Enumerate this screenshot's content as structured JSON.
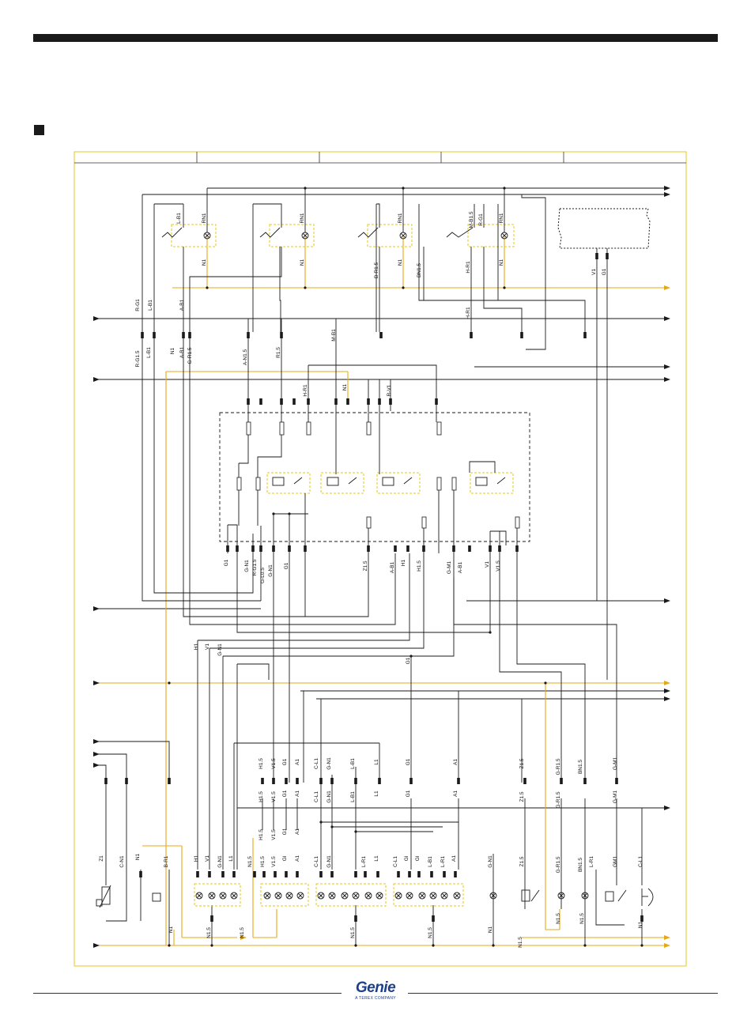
{
  "colors": {
    "wire": "#1a1a1a",
    "ground_bus": "#e6a817",
    "component_box": "#e6c81e",
    "border": "#e6c81e",
    "logo": "#1e3f8a"
  },
  "icons": {
    "lamp": "lamp-icon",
    "switch": "switch-icon",
    "relay": "relay-coil-icon",
    "fuse": "fuse-icon",
    "connector": "connector-icon",
    "arrow": "arrow-right-icon"
  },
  "logo": {
    "word": "Genie",
    "tagline": "A TEREX COMPANY"
  },
  "diagram": {
    "top_panel_labels": [
      {
        "id": "l-b1-top",
        "text": "L-B1"
      },
      {
        "id": "rn1-1",
        "text": "RN1"
      },
      {
        "id": "n1-1",
        "text": "N1"
      },
      {
        "id": "rn1-2",
        "text": "RN1"
      },
      {
        "id": "n1-2",
        "text": "N1"
      },
      {
        "id": "rn1-3",
        "text": "RN1"
      },
      {
        "id": "n1-3",
        "text": "N1"
      },
      {
        "id": "br15",
        "text": "B-R1.5"
      },
      {
        "id": "bn15",
        "text": "BN1.5"
      },
      {
        "id": "mb15",
        "text": "M-B1.5"
      },
      {
        "id": "rg1",
        "text": "R-G1"
      },
      {
        "id": "rn1-4",
        "text": "RN1"
      },
      {
        "id": "hr1-a",
        "text": "H-R1"
      },
      {
        "id": "n1-4",
        "text": "N1"
      },
      {
        "id": "v1-top",
        "text": "V1"
      },
      {
        "id": "g1-top",
        "text": "G1"
      }
    ],
    "harness_labels": [
      {
        "id": "rg1-a",
        "text": "R-G1"
      },
      {
        "id": "lb1-a",
        "text": "L-B1"
      },
      {
        "id": "ab1-a",
        "text": "A-B1"
      },
      {
        "id": "rg15",
        "text": "R-G1.5"
      },
      {
        "id": "lb1-b",
        "text": "L-B1"
      },
      {
        "id": "n1-h",
        "text": "N1"
      },
      {
        "id": "ab1-b",
        "text": "A-B1"
      },
      {
        "id": "gr15",
        "text": "G-R1.5"
      },
      {
        "id": "an15",
        "text": "A-N1.5"
      },
      {
        "id": "r15",
        "text": "R1.5"
      },
      {
        "id": "mb1",
        "text": "M-B1"
      },
      {
        "id": "hr1-b",
        "text": "H-R1"
      },
      {
        "id": "hr1-c",
        "text": "H-R1"
      },
      {
        "id": "n1-c",
        "text": "N1"
      },
      {
        "id": "rv1",
        "text": "R-V1"
      }
    ],
    "module_labels": [
      {
        "id": "m-g1",
        "text": "G1"
      },
      {
        "id": "m-gn1",
        "text": "G-N1"
      },
      {
        "id": "m-rg15",
        "text": "R-G1.5"
      },
      {
        "id": "m-gl05",
        "text": "G-L0.5"
      },
      {
        "id": "m-gn1b",
        "text": "G-N1"
      },
      {
        "id": "m-g1b",
        "text": "G1"
      },
      {
        "id": "m-z15",
        "text": "Z1.5"
      },
      {
        "id": "m-ab1",
        "text": "A-B1"
      },
      {
        "id": "m-h1",
        "text": "H1"
      },
      {
        "id": "m-h15",
        "text": "H1.5"
      },
      {
        "id": "m-gm1",
        "text": "G-M1"
      },
      {
        "id": "m-ab1b",
        "text": "A-B1"
      },
      {
        "id": "m-v1",
        "text": "V1"
      },
      {
        "id": "m-v15",
        "text": "V1.5"
      }
    ],
    "mid_labels": [
      {
        "id": "mid-h1",
        "text": "H1"
      },
      {
        "id": "mid-v1",
        "text": "V1"
      },
      {
        "id": "mid-gn1",
        "text": "G-N1"
      },
      {
        "id": "mid-g1",
        "text": "G1"
      }
    ],
    "bottom_labels": [
      {
        "id": "b-h15a",
        "text": "H1.5"
      },
      {
        "id": "b-v15a",
        "text": "V1.5"
      },
      {
        "id": "b-g1a",
        "text": "G1"
      },
      {
        "id": "b-a1a",
        "text": "A1"
      },
      {
        "id": "b-cl1a",
        "text": "C-L1"
      },
      {
        "id": "b-gn1a",
        "text": "G-N1"
      },
      {
        "id": "b-lb1a",
        "text": "L-B1"
      },
      {
        "id": "b-l1a",
        "text": "L1"
      },
      {
        "id": "b-g1b",
        "text": "G1"
      },
      {
        "id": "b-a1b",
        "text": "A1"
      },
      {
        "id": "b-z15a",
        "text": "Z1.5"
      },
      {
        "id": "b-gr15a",
        "text": "G-R1.5"
      },
      {
        "id": "b-bn15a",
        "text": "BN1.5"
      },
      {
        "id": "b-gm1a",
        "text": "G-M1"
      },
      {
        "id": "c-h15",
        "text": "H1.5"
      },
      {
        "id": "c-v15",
        "text": "V1.5"
      },
      {
        "id": "c-g1",
        "text": "G1"
      },
      {
        "id": "c-a1",
        "text": "A1"
      },
      {
        "id": "c-cl1",
        "text": "C-L1"
      },
      {
        "id": "c-gn1",
        "text": "G-N1"
      },
      {
        "id": "c-lb1",
        "text": "L-B1"
      },
      {
        "id": "c-l1",
        "text": "L1"
      },
      {
        "id": "c-g1b",
        "text": "G1"
      },
      {
        "id": "c-a1b",
        "text": "A1"
      },
      {
        "id": "c-z15",
        "text": "Z1.5"
      },
      {
        "id": "c-gr15",
        "text": "G-R1.5"
      },
      {
        "id": "c-gm1",
        "text": "G-M1"
      },
      {
        "id": "d-h15",
        "text": "H1.5"
      },
      {
        "id": "d-v15",
        "text": "V1.5"
      },
      {
        "id": "d-g1",
        "text": "G1"
      },
      {
        "id": "d-a1",
        "text": "A1"
      }
    ],
    "device_labels": [
      {
        "id": "e-z1",
        "text": "Z1"
      },
      {
        "id": "e-cn1",
        "text": "C-N1"
      },
      {
        "id": "e-n1",
        "text": "N1"
      },
      {
        "id": "e-br1",
        "text": "B-R1"
      },
      {
        "id": "e-h1",
        "text": "H1"
      },
      {
        "id": "e-v1",
        "text": "V1"
      },
      {
        "id": "e-gn1",
        "text": "G-N1"
      },
      {
        "id": "e-l1",
        "text": "L1"
      },
      {
        "id": "e-n15",
        "text": "N1.5"
      },
      {
        "id": "e-h15",
        "text": "H1.5"
      },
      {
        "id": "e-v15",
        "text": "V1.5"
      },
      {
        "id": "e-gl",
        "text": "Gl"
      },
      {
        "id": "e-a1",
        "text": "A1"
      },
      {
        "id": "e-cl1",
        "text": "C-L1"
      },
      {
        "id": "e-gn1b",
        "text": "G-N1"
      },
      {
        "id": "e-lr1",
        "text": "L-R1"
      },
      {
        "id": "e-l1b",
        "text": "L1"
      },
      {
        "id": "e-cl1b",
        "text": "C-L1"
      },
      {
        "id": "e-gl2",
        "text": "Gl"
      },
      {
        "id": "e-gl3",
        "text": "Gl"
      },
      {
        "id": "e-lb1",
        "text": "L-B1"
      },
      {
        "id": "e-lr1b",
        "text": "L-R1"
      },
      {
        "id": "e-a1b",
        "text": "A1"
      },
      {
        "id": "e-gn1c",
        "text": "G-N1"
      },
      {
        "id": "e-z15",
        "text": "Z1.5"
      },
      {
        "id": "e-gr15",
        "text": "G-R1.5"
      },
      {
        "id": "e-bn15",
        "text": "BN1.5"
      },
      {
        "id": "e-lr1c",
        "text": "L-R1"
      },
      {
        "id": "e-gm1",
        "text": "GM1"
      },
      {
        "id": "e-cl1c",
        "text": "C-L1"
      }
    ],
    "ground_labels": [
      {
        "id": "g-n1a",
        "text": "N1"
      },
      {
        "id": "g-n15a",
        "text": "N1.5"
      },
      {
        "id": "g-n15b",
        "text": "N1.5"
      },
      {
        "id": "g-n15c",
        "text": "N1.5"
      },
      {
        "id": "g-n15d",
        "text": "N1.5"
      },
      {
        "id": "g-n1b",
        "text": "N1"
      },
      {
        "id": "g-n15e",
        "text": "N1.5"
      },
      {
        "id": "g-n15f",
        "text": "N1.5"
      },
      {
        "id": "g-n15g",
        "text": "N1.5"
      },
      {
        "id": "g-n1c",
        "text": "N1"
      }
    ]
  }
}
